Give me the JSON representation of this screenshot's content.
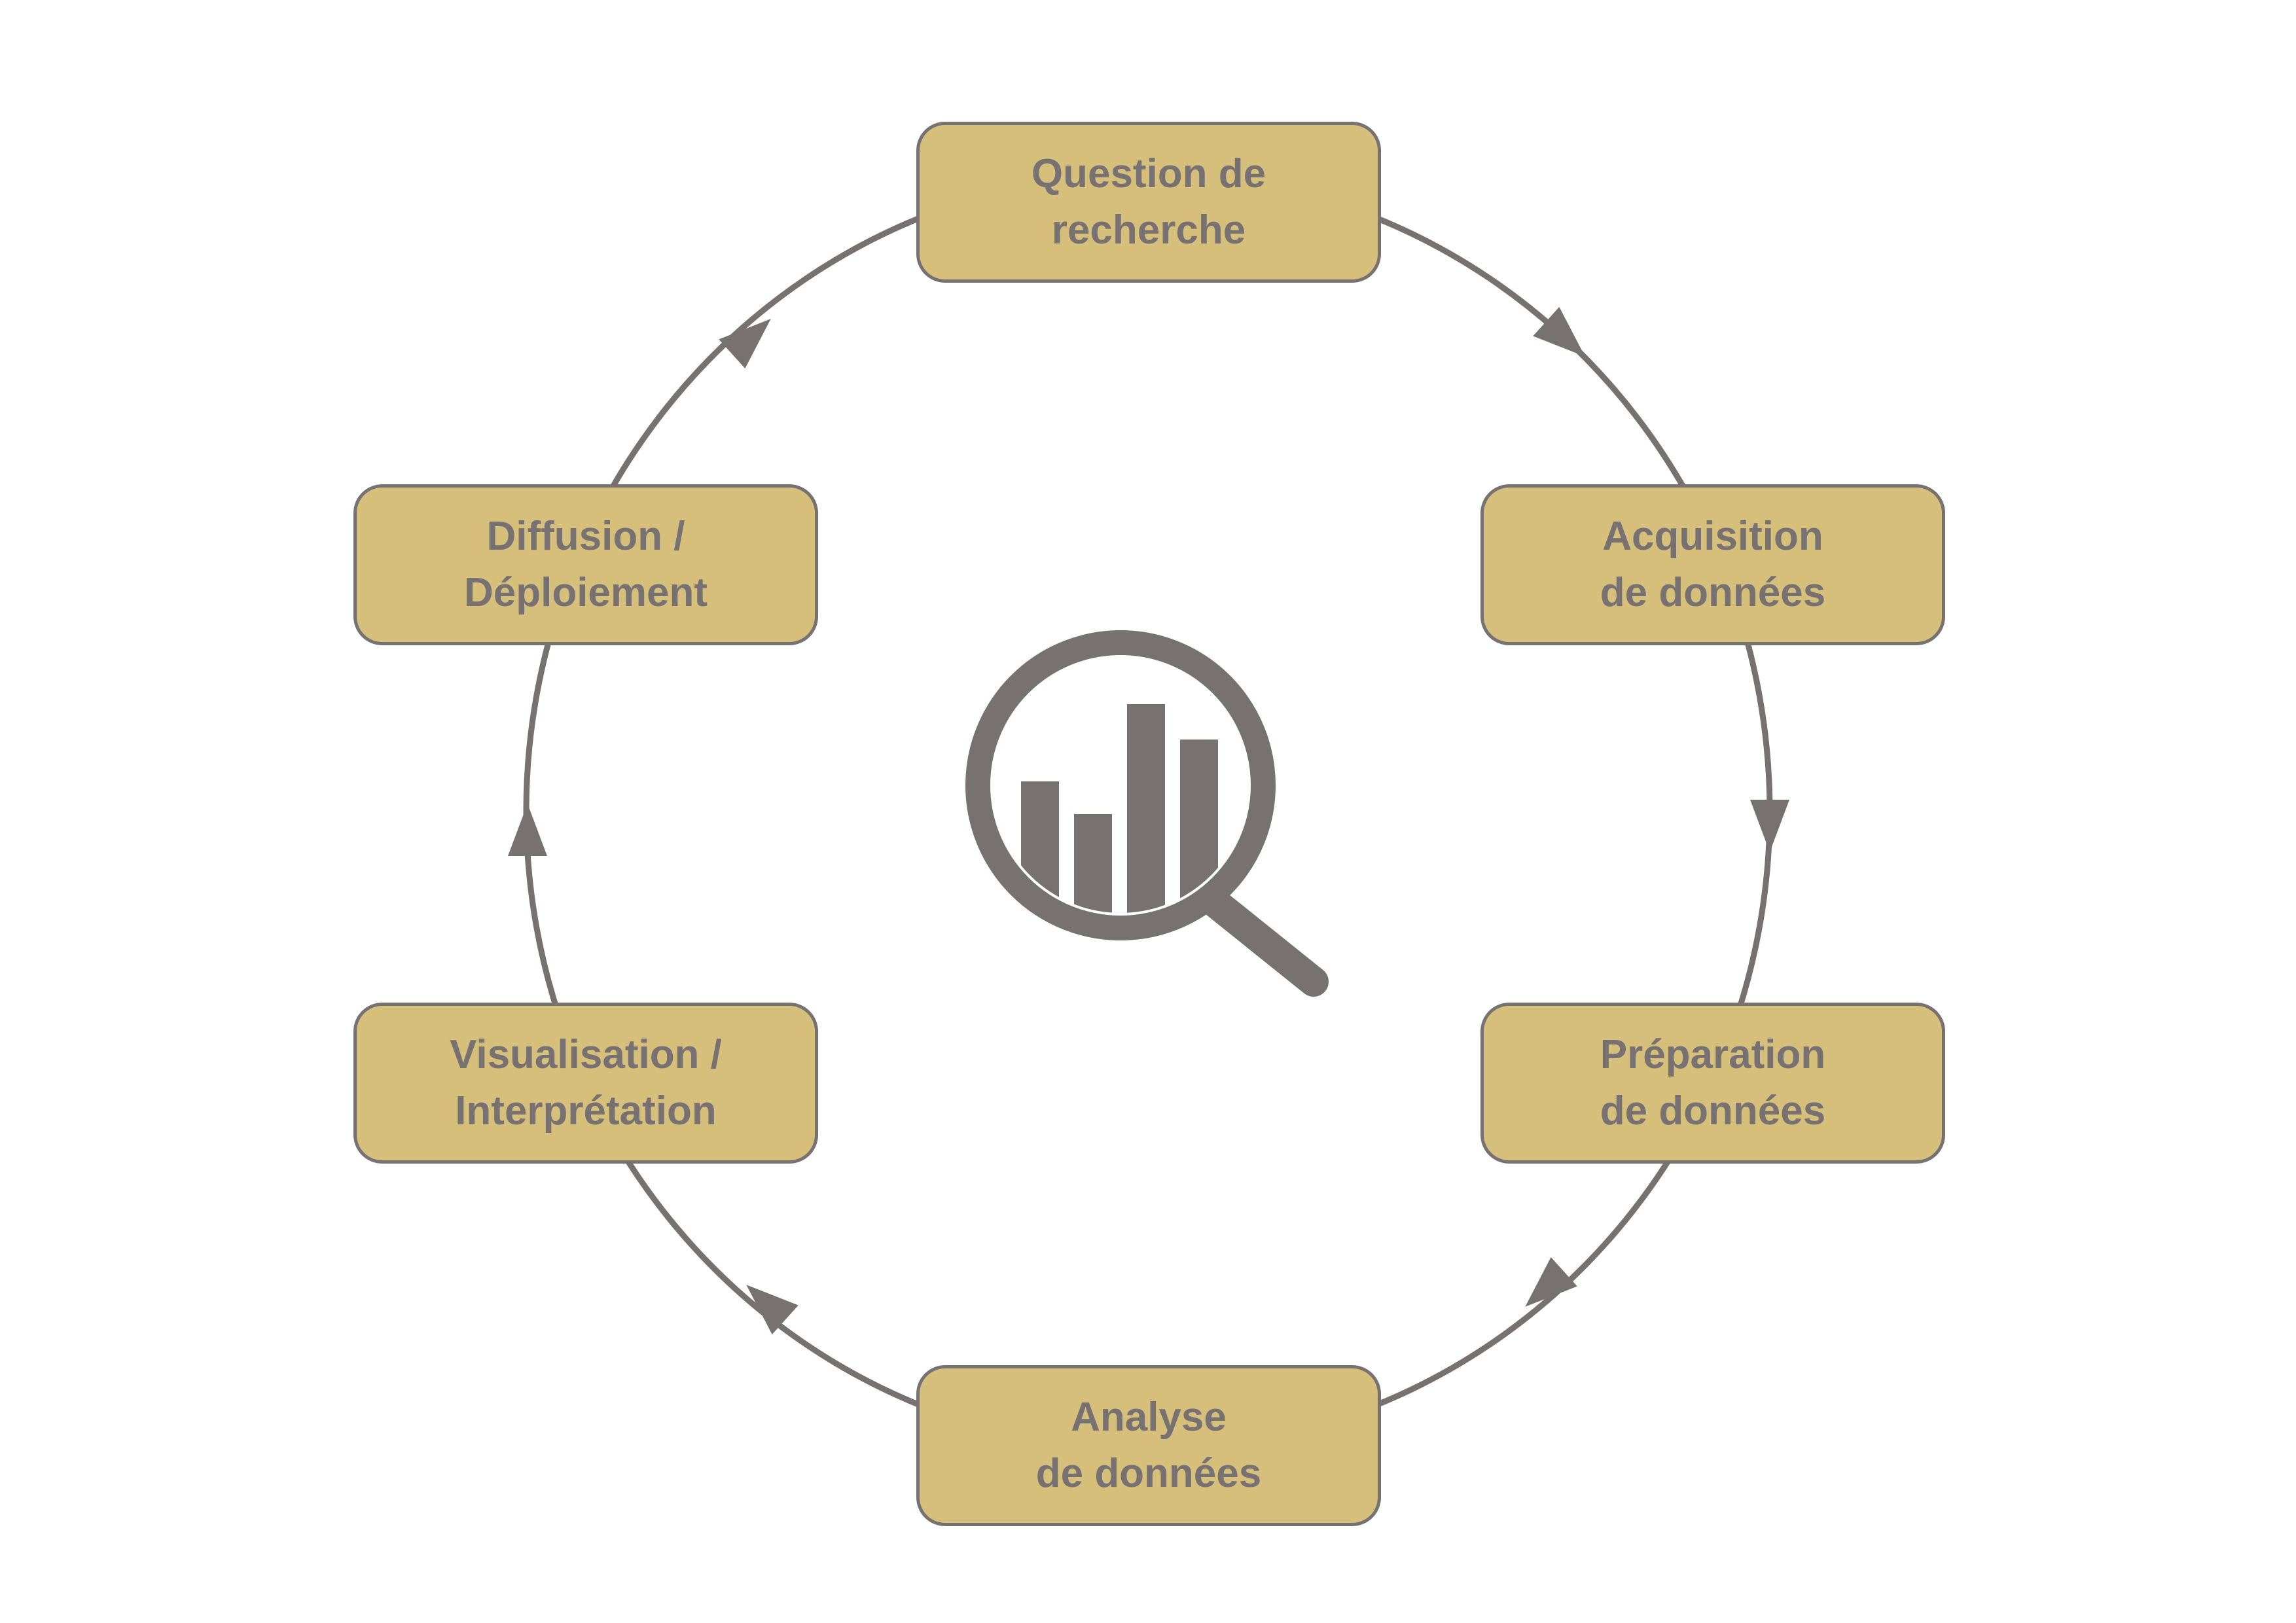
{
  "colors": {
    "box_fill": "#D6BF7B",
    "stroke": "#777171",
    "background": "#FFFFFF"
  },
  "center_icon": "magnifier-bar-chart-icon",
  "stages": [
    {
      "id": "question",
      "label": "Question de\nrecherche"
    },
    {
      "id": "acquisition",
      "label": "Acquisition\nde données"
    },
    {
      "id": "preparation",
      "label": "Préparation\nde données"
    },
    {
      "id": "analyse",
      "label": "Analyse\nde données"
    },
    {
      "id": "visualisation",
      "label": "Visualisation /\nInterprétation"
    },
    {
      "id": "diffusion",
      "label": "Diffusion /\nDéploiement"
    }
  ]
}
